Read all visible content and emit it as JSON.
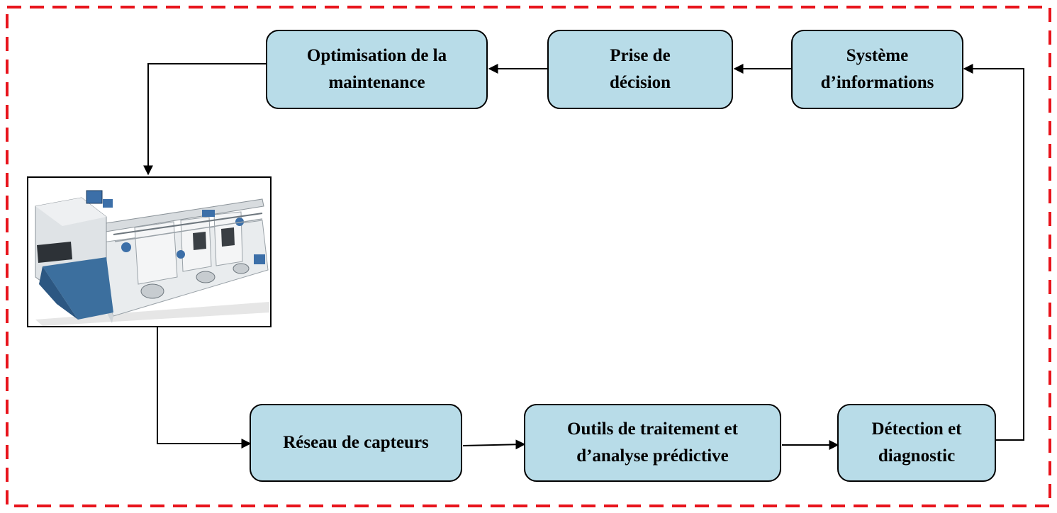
{
  "diagram": {
    "frame_color": "#e8141c",
    "node_fill": "#b8dce8",
    "nodes": {
      "optimisation": "Optimisation de la\nmaintenance",
      "prise_decision": "Prise de\ndécision",
      "systeme_info": "Système\nd’informations",
      "reseau_capteurs": "Réseau de capteurs",
      "outils_traitement": "Outils de traitement et\nd’analyse prédictive",
      "detection_diagnostic": "Détection et\ndiagnostic"
    },
    "machine_image": "industrial-washing-machine"
  }
}
